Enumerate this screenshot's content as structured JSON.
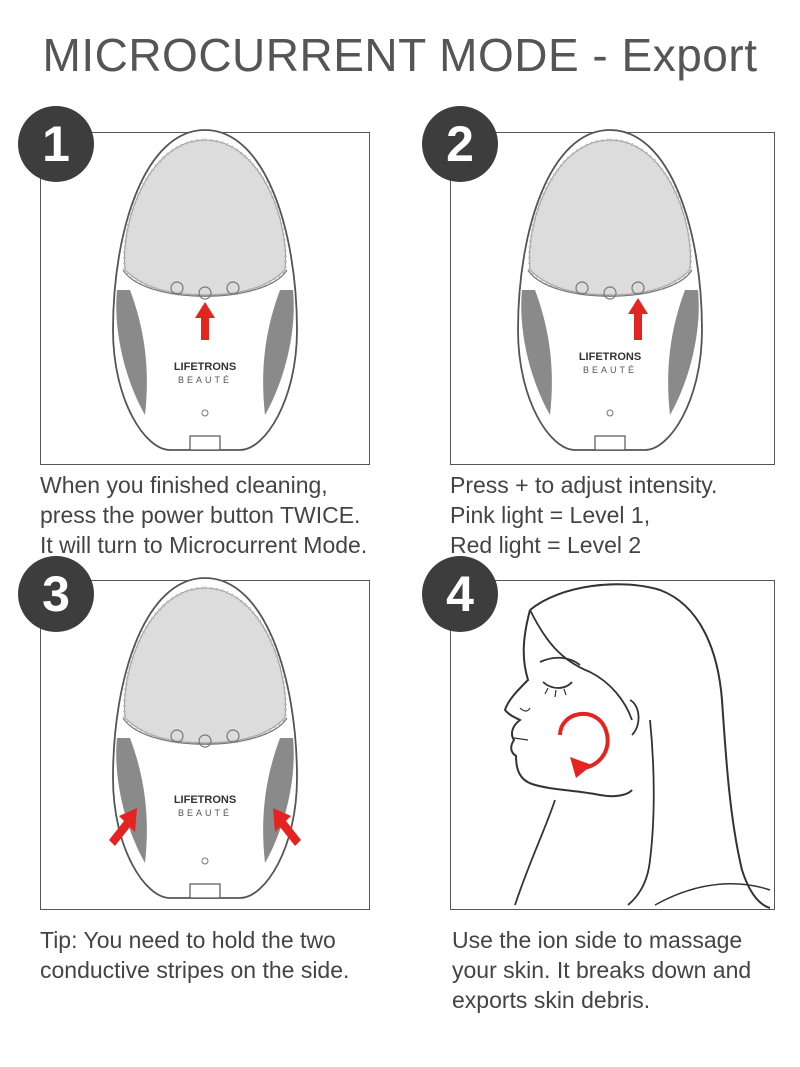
{
  "title": "MICROCURRENT MODE - Export",
  "steps": [
    {
      "number": "1",
      "caption": [
        "When you finished cleaning,",
        "press the power button TWICE.",
        "It will turn to Microcurrent Mode."
      ]
    },
    {
      "number": "2",
      "caption": [
        "Press + to adjust intensity.",
        "Pink light = Level 1,",
        "Red light = Level 2"
      ]
    },
    {
      "number": "3",
      "caption": [
        "Tip: You need to hold the two",
        "conductive stripes on the side."
      ]
    },
    {
      "number": "4",
      "caption": [
        "Use the ion side to massage",
        "your skin. It breaks down and",
        "exports skin debris."
      ]
    }
  ],
  "device": {
    "brand_line1": "LIFETRONS",
    "brand_line2": "BEAUTÉ",
    "buttons": [
      "minus-icon",
      "power-icon",
      "plus-icon"
    ]
  },
  "colors": {
    "badge": "#3d3d3d",
    "arrow": "#e52421",
    "stripe": "#8a8a8a",
    "text": "#444444"
  }
}
